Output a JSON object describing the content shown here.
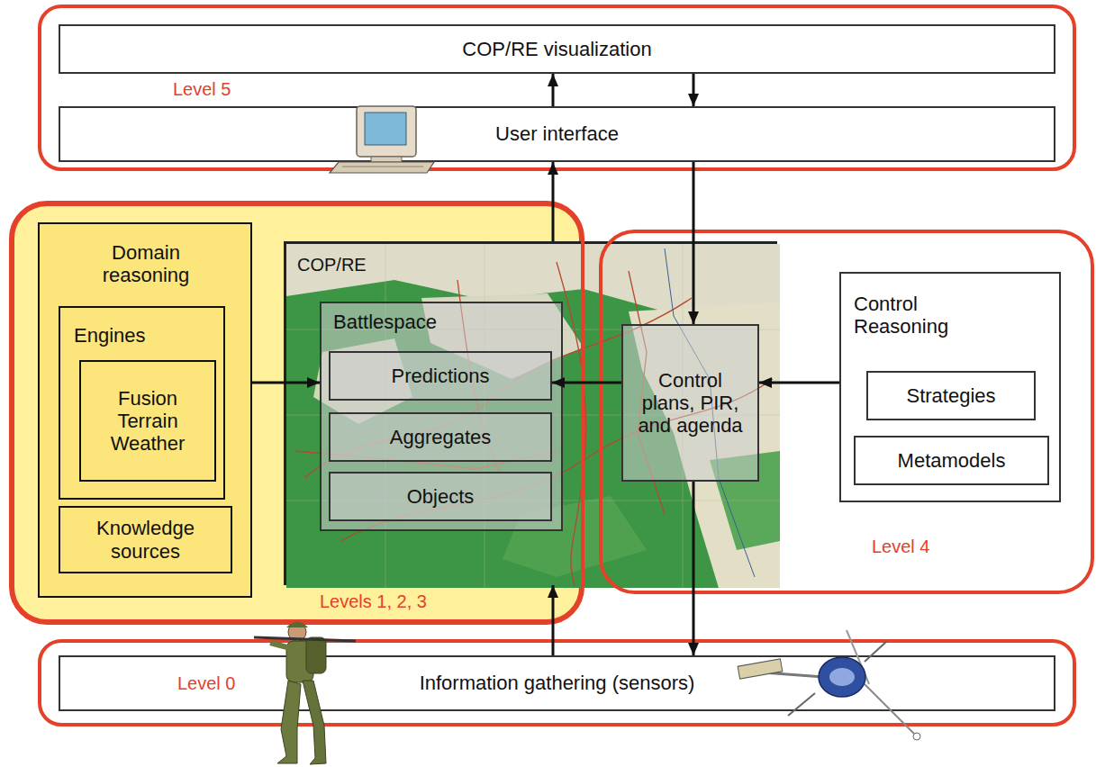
{
  "diagram": {
    "nodes": [
      {
        "text": [
          "Level 5"
        ]
      },
      {
        "text": [
          "COP/RE visualization"
        ],
        "in": 0
      },
      {
        "text": [
          "User interface"
        ],
        "in": 0
      },
      {
        "text": [
          "Levels 1, 2, 3"
        ]
      },
      {
        "text": [
          "Domain reasoning"
        ],
        "in": 3
      },
      {
        "text": [
          "Engines"
        ],
        "in": 4
      },
      {
        "text": [
          "Fusion Terrain Weather"
        ],
        "in": 5
      },
      {
        "text": [
          "Knowledge sources"
        ],
        "in": 4
      },
      {
        "text": [
          "COP/RE"
        ]
      },
      {
        "text": [
          "Battlespace"
        ],
        "in": 8
      },
      {
        "text": [
          "Predictions"
        ],
        "in": 9
      },
      {
        "text": [
          "Aggregates"
        ],
        "in": 9
      },
      {
        "text": [
          "Objects"
        ],
        "in": 9
      },
      {
        "text": [
          "Level 4"
        ]
      },
      {
        "text": [
          "Control plans, PIR, and agenda"
        ],
        "in": 13
      },
      {
        "text": [
          "Control Reasoning"
        ],
        "in": 13
      },
      {
        "text": [
          "Strategies"
        ],
        "in": 15
      },
      {
        "text": [
          "Metamodels"
        ],
        "in": 15
      },
      {
        "text": [
          "Level 0"
        ]
      },
      {
        "text": [
          "Information gathering (sensors)"
        ],
        "in": 18
      }
    ],
    "edges": [
      {
        "from": 2,
        "to": 1,
        "arrow": "to"
      },
      {
        "from": 1,
        "to": 2,
        "arrow": "to"
      },
      {
        "from": 8,
        "to": 2,
        "arrow": "to"
      },
      {
        "from": 2,
        "to": 14,
        "arrow": "to"
      },
      {
        "from": 4,
        "to": 9,
        "arrow": "to"
      },
      {
        "from": 14,
        "to": 10,
        "arrow": "to"
      },
      {
        "from": 15,
        "to": 14,
        "arrow": "to"
      },
      {
        "from": 14,
        "to": 19,
        "arrow": "to"
      },
      {
        "from": 19,
        "to": 8,
        "arrow": "to"
      }
    ]
  }
}
